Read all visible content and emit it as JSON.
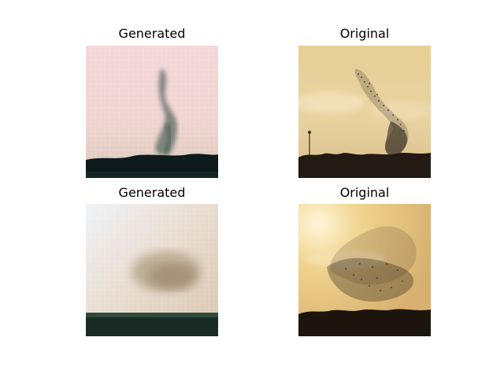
{
  "figure": {
    "panels": [
      {
        "title": "Generated"
      },
      {
        "title": "Original"
      },
      {
        "title": "Generated"
      },
      {
        "title": "Original"
      }
    ]
  }
}
